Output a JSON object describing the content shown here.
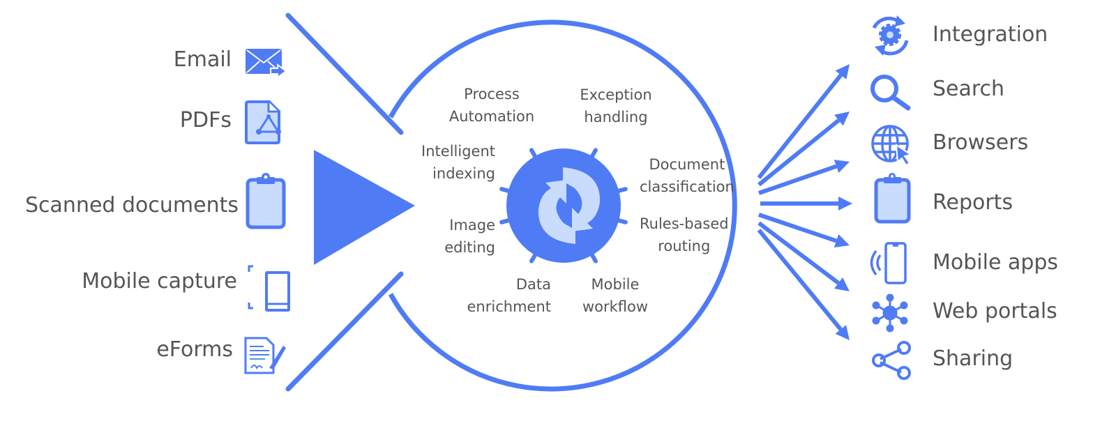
{
  "colors": {
    "primary": "#4f7bf5",
    "light": "#c9dcfd",
    "text": "#555555"
  },
  "inputs": [
    {
      "label": "Email",
      "icon": "email-icon"
    },
    {
      "label": "PDFs",
      "icon": "pdf-icon"
    },
    {
      "label": "Scanned documents",
      "icon": "clipboard-icon"
    },
    {
      "label": "Mobile capture",
      "icon": "mobile-capture-icon"
    },
    {
      "label": "eForms",
      "icon": "eform-icon"
    }
  ],
  "processes": [
    {
      "line1": "Process",
      "line2": "Automation"
    },
    {
      "line1": "Exception",
      "line2": "handling"
    },
    {
      "line1": "Intelligent",
      "line2": "indexing"
    },
    {
      "line1": "Document",
      "line2": "classification"
    },
    {
      "line1": "Image",
      "line2": "editing"
    },
    {
      "line1": "Rules-based",
      "line2": "routing"
    },
    {
      "line1": "Data",
      "line2": "enrichment"
    },
    {
      "line1": "Mobile",
      "line2": "workflow"
    }
  ],
  "outputs": [
    {
      "label": "Integration",
      "icon": "integration-gear-icon"
    },
    {
      "label": "Search",
      "icon": "search-icon"
    },
    {
      "label": "Browsers",
      "icon": "globe-cursor-icon"
    },
    {
      "label": "Reports",
      "icon": "clipboard-icon"
    },
    {
      "label": "Mobile apps",
      "icon": "mobile-phone-icon"
    },
    {
      "label": "Web portals",
      "icon": "hub-icon"
    },
    {
      "label": "Sharing",
      "icon": "share-icon"
    }
  ]
}
